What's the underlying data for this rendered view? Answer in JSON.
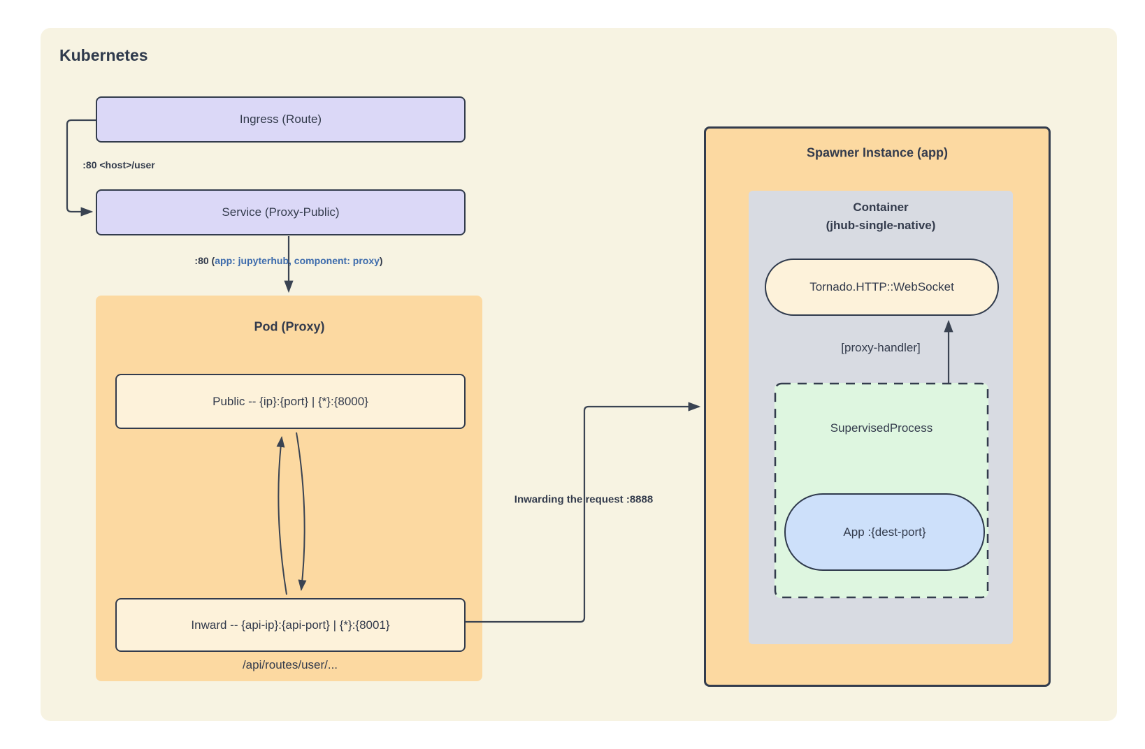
{
  "diagram": {
    "title": "Kubernetes",
    "nodes": {
      "ingress": {
        "label": "Ingress (Route)"
      },
      "service": {
        "label": "Service (Proxy-Public)"
      },
      "pod": {
        "title": "Pod (Proxy)",
        "public_endpoint": "Public -- {ip}:{port} | {*}:{8000}",
        "inward_endpoint": "Inward -- {api-ip}:{api-port} | {*}:{8001}",
        "api_route": "/api/routes/user/..."
      },
      "spawner": {
        "title": "Spawner Instance (app)",
        "container_line1": "Container",
        "container_line2": "(jhub-single-native)",
        "websocket": "Tornado.HTTP::WebSocket",
        "supervised_process": "SupervisedProcess",
        "app": "App :{dest-port}"
      }
    },
    "edges": {
      "ingress_to_service": ":80 <host>/user",
      "service_to_pod_prefix": ":80 (",
      "service_to_pod_selector": "app: jupyterhub, component: proxy",
      "service_to_pod_suffix": ")",
      "inward_to_spawner": "Inwarding the request :8888",
      "proxy_handler": "[proxy-handler]"
    },
    "colors": {
      "page_bg": "#ffffff",
      "panel_bg": "#f7f3e2",
      "node_lavender": "#dbd8f7",
      "node_orange": "#fcd9a1",
      "node_cream": "#fdf2da",
      "container_gray": "#d8dbe2",
      "process_green": "#def6e0",
      "app_blue": "#cde0fa",
      "stroke_dark": "#333c4d",
      "selector_blue": "#3d6bac"
    }
  }
}
